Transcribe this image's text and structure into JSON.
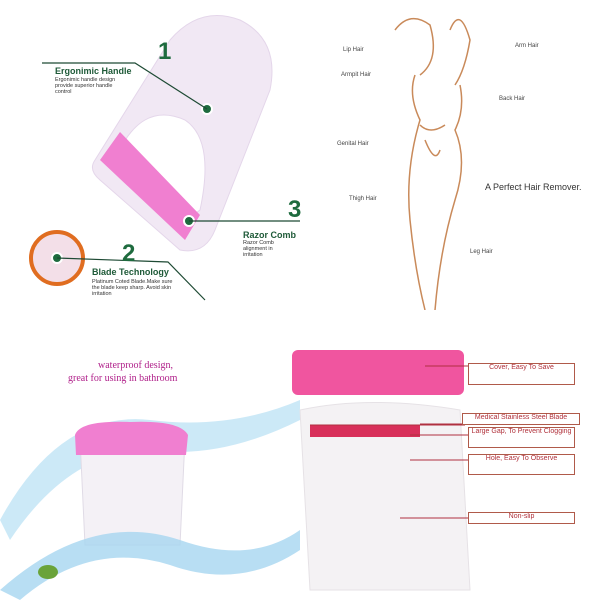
{
  "panel_features": {
    "items": [
      {
        "number": "1",
        "title": "Ergonimic Handle",
        "desc": "Ergonimic handle design provide superior handle control"
      },
      {
        "number": "2",
        "title": "Blade Technology",
        "desc": "Platinum Coted Blade.Make sure the blade keep sharp. Avoid skin irritation"
      },
      {
        "number": "3",
        "title": "Razor Comb",
        "desc": "Razor Comb alignment in irritation"
      }
    ]
  },
  "panel_body": {
    "labels": {
      "lip": "Lip Hair",
      "armpit": "Armpit Hair",
      "genital": "Genital Hair",
      "thigh": "Thigh Hair",
      "arm": "Arm Hair",
      "back": "Back Hair",
      "leg": "Leg Hair"
    },
    "tagline": "A Perfect Hair Remover."
  },
  "panel_waterproof": {
    "line1": "waterproof design,",
    "line2": "great for using in bathroom"
  },
  "panel_parts": {
    "labels": {
      "cover": "Cover, Easy To Save",
      "blade": "Medical Stainless Steel Blade",
      "gap": "Large Gap, To Prevent Clogging",
      "hole": "Hole, Easy To Observe",
      "nonslip": "Non-slip"
    }
  },
  "colors": {
    "pink": "#f06cc0",
    "green": "#1e6b3e",
    "lavender": "#efe6f3"
  }
}
